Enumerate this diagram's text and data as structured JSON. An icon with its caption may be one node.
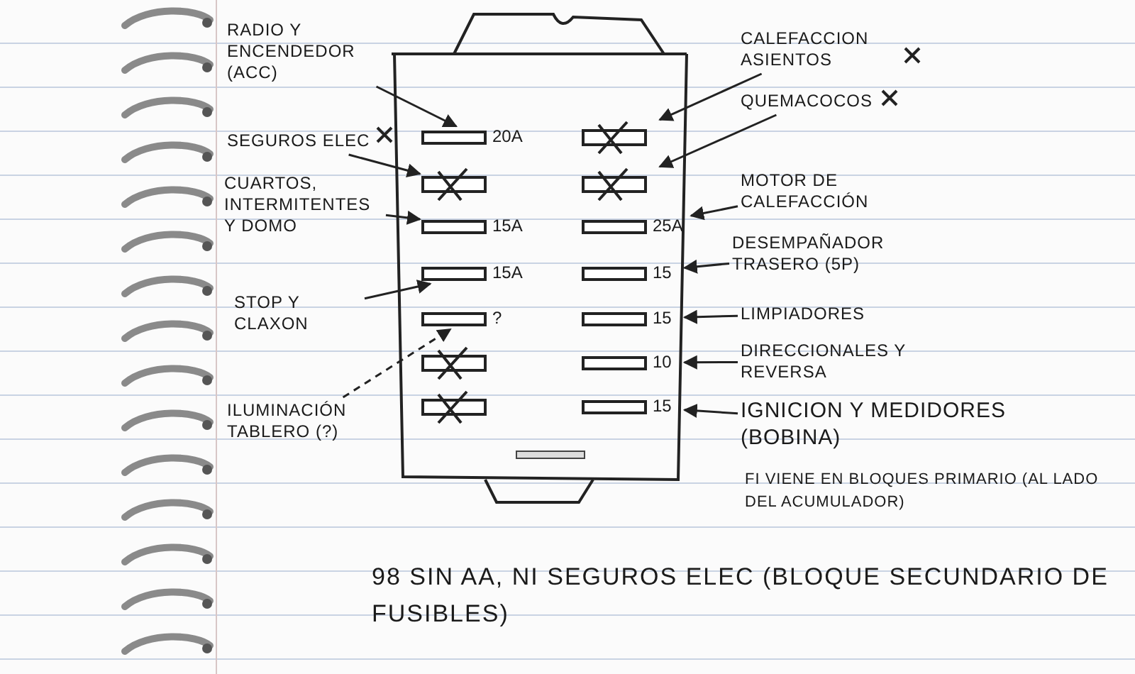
{
  "diagram": {
    "caption": "98 SIN AA, NI SEGUROS ELEC (BLOQUE SECUNDARIO DE FUSIBLES)",
    "nodes": [
      {
        "text": [],
        "shape": "box"
      },
      {
        "text": [],
        "shape": "bar",
        "in": 0,
        "beside": [
          "20A"
        ]
      },
      {
        "text": [],
        "shape": "bar",
        "in": 0
      },
      {
        "text": [],
        "shape": "bar",
        "in": 0,
        "beside": [
          "15A"
        ]
      },
      {
        "text": [],
        "shape": "bar",
        "in": 0,
        "beside": [
          "15A"
        ]
      },
      {
        "text": [],
        "shape": "bar",
        "in": 0,
        "beside": [
          "?"
        ]
      },
      {
        "text": [],
        "shape": "bar",
        "in": 0
      },
      {
        "text": [],
        "shape": "bar",
        "in": 0
      },
      {
        "text": [],
        "shape": "bar",
        "in": 0
      },
      {
        "text": [],
        "shape": "bar",
        "in": 0
      },
      {
        "text": [],
        "shape": "bar",
        "in": 0,
        "beside": [
          "25A"
        ]
      },
      {
        "text": [],
        "shape": "bar",
        "in": 0,
        "beside": [
          "15"
        ]
      },
      {
        "text": [],
        "shape": "bar",
        "in": 0,
        "beside": [
          "15"
        ]
      },
      {
        "text": [],
        "shape": "bar",
        "in": 0,
        "beside": [
          "10"
        ]
      },
      {
        "text": [],
        "shape": "bar",
        "in": 0,
        "beside": [
          "15"
        ]
      },
      {
        "text": [
          "RADIO Y ENCENDEDOR (ACC)"
        ]
      },
      {
        "text": [
          "SEGUROS ELEC"
        ]
      },
      {
        "text": [
          "CUARTOS, INTERMITENTES Y DOMO"
        ]
      },
      {
        "text": [
          "STOP Y CLAXON"
        ]
      },
      {
        "text": [
          "ILUMINACIÓN TABLERO (?)"
        ]
      },
      {
        "text": [
          "CALEFACCION ASIENTOS"
        ]
      },
      {
        "text": [
          "QUEMACOCOS"
        ]
      },
      {
        "text": [
          "MOTOR DE CALEFACCIÓN"
        ]
      },
      {
        "text": [
          "DESEMPAÑADOR TRASERO (5P)"
        ]
      },
      {
        "text": [
          "LIMPIADORES"
        ]
      },
      {
        "text": [
          "DIRECCIONALES Y REVERSA"
        ]
      },
      {
        "text": [
          "IGNICION Y MEDIDORES (BOBINA)"
        ]
      }
    ],
    "edges": [
      {
        "from": 15,
        "to": 1,
        "arrow": "to"
      },
      {
        "from": 16,
        "to": 2,
        "arrow": "to"
      },
      {
        "from": 17,
        "to": 3,
        "arrow": "to"
      },
      {
        "from": 18,
        "to": 4,
        "arrow": "to"
      },
      {
        "from": 19,
        "to": 5,
        "arrow": "to",
        "style": "dashed"
      },
      {
        "from": 20,
        "to": 8,
        "arrow": "to"
      },
      {
        "from": 21,
        "to": 9,
        "arrow": "to"
      },
      {
        "from": 22,
        "to": 10,
        "arrow": "to"
      },
      {
        "from": 23,
        "to": 11,
        "arrow": "to"
      },
      {
        "from": 24,
        "to": 12,
        "arrow": "to"
      },
      {
        "from": 25,
        "to": 13,
        "arrow": "to"
      },
      {
        "from": 26,
        "to": 14,
        "arrow": "to"
      }
    ],
    "labels": [
      "FI VIENE EN BLOQUES PRIMARIO (AL LADO DEL ACUMULADOR)"
    ]
  }
}
